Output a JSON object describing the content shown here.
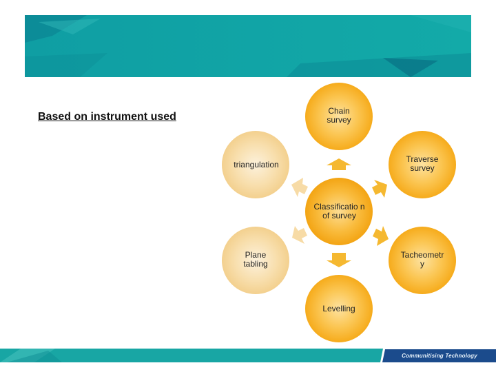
{
  "slide": {
    "heading": "Based on instrument used",
    "footer_tagline": "Communitising Technology"
  },
  "diagram": {
    "center": "Classificatio n of survey",
    "nodes": [
      {
        "id": "chain",
        "label": "Chain survey"
      },
      {
        "id": "traverse",
        "label": "Traverse survey"
      },
      {
        "id": "tacheometry",
        "label": "Tacheometr y"
      },
      {
        "id": "levelling",
        "label": "Levelling"
      },
      {
        "id": "plane-tabling",
        "label": "Plane tabling"
      },
      {
        "id": "triangulation",
        "label": "triangulation"
      }
    ],
    "colors": {
      "node_main": "#f9b825",
      "node_faded": "#f5d9a0",
      "center": "#f7ae1c",
      "arrow_main": "#f5b830",
      "arrow_faded": "#f7dba6",
      "banner": "#11a7a8",
      "footer": "#18a6a4",
      "footer_dark": "#1b4b8c"
    }
  }
}
